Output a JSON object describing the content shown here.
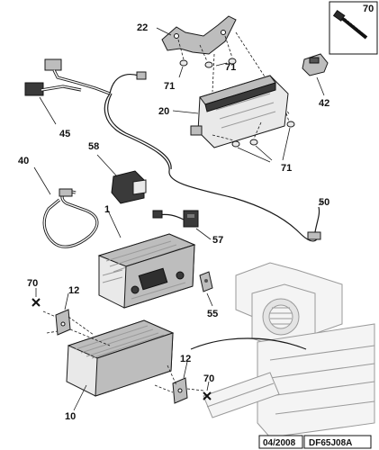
{
  "callouts": {
    "p70_top": "70",
    "p22": "22",
    "p71_a": "71",
    "p71_b": "71",
    "p20": "20",
    "p42": "42",
    "p71_c": "71",
    "p45": "45",
    "p58": "58",
    "p40": "40",
    "p1": "1",
    "p50": "50",
    "p57": "57",
    "p70_left": "70",
    "p12_left": "12",
    "p55": "55",
    "p12_right": "12",
    "p70_right": "70",
    "p10": "10"
  },
  "footer": {
    "date": "04/2008",
    "reference": "DF65J08A"
  }
}
